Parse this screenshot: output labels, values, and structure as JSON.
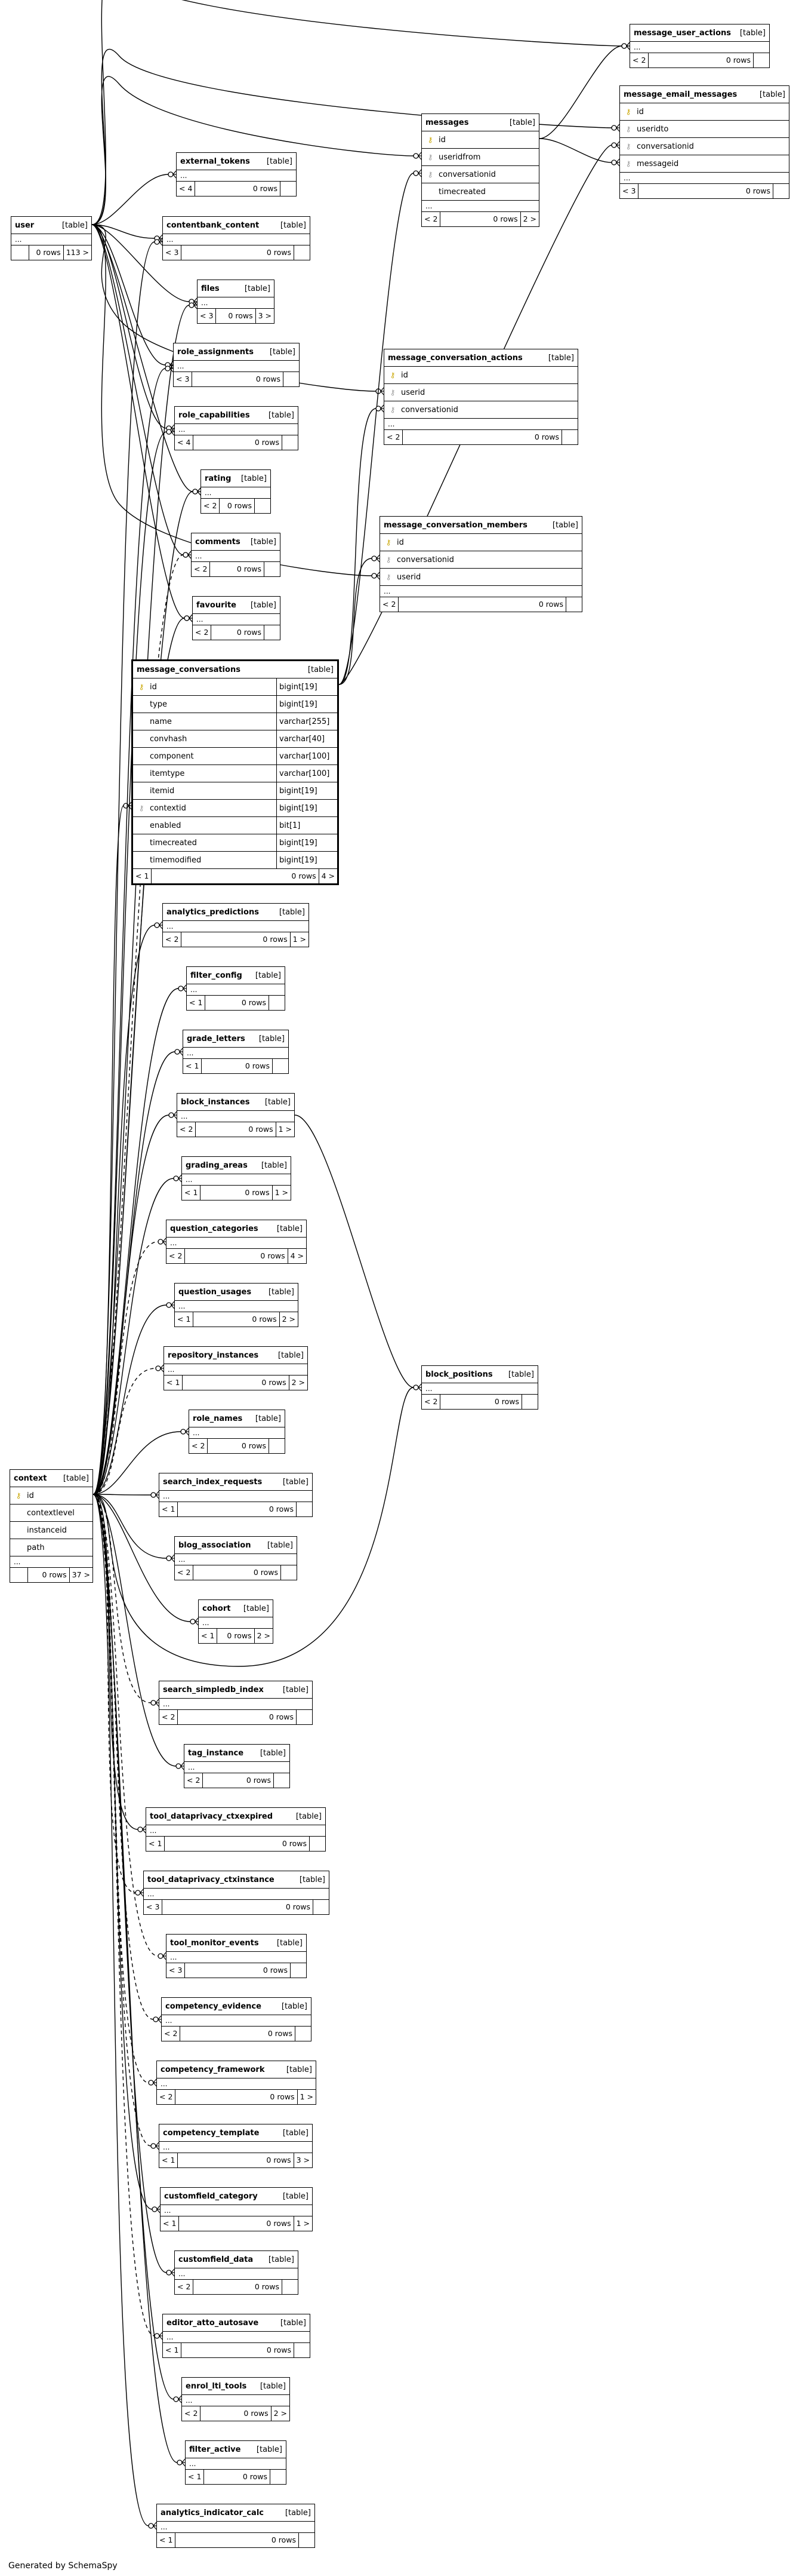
{
  "diagram": {
    "credit": "Generated by SchemaSpy",
    "table_type_label": "[table]",
    "ellipsis": "...",
    "focus_table": {
      "name": "message_conversations",
      "columns": [
        {
          "name": "id",
          "type": "bigint[19]",
          "key": "pk"
        },
        {
          "name": "type",
          "type": "bigint[19]",
          "key": ""
        },
        {
          "name": "name",
          "type": "varchar[255]",
          "key": ""
        },
        {
          "name": "convhash",
          "type": "varchar[40]",
          "key": ""
        },
        {
          "name": "component",
          "type": "varchar[100]",
          "key": ""
        },
        {
          "name": "itemtype",
          "type": "varchar[100]",
          "key": ""
        },
        {
          "name": "itemid",
          "type": "bigint[19]",
          "key": ""
        },
        {
          "name": "contextid",
          "type": "bigint[19]",
          "key": "fk"
        },
        {
          "name": "enabled",
          "type": "bit[1]",
          "key": ""
        },
        {
          "name": "timecreated",
          "type": "bigint[19]",
          "key": ""
        },
        {
          "name": "timemodified",
          "type": "bigint[19]",
          "key": ""
        }
      ],
      "footer": {
        "parents": "< 1",
        "rows": "0 rows",
        "children": "4 >"
      }
    },
    "tables": [
      {
        "name": "message_user_actions",
        "columns": [],
        "parents": "< 2",
        "rows": "0 rows",
        "children": ""
      },
      {
        "name": "message_email_messages",
        "columns": [
          {
            "name": "id",
            "key": "pk"
          },
          {
            "name": "useridto",
            "key": "fk"
          },
          {
            "name": "conversationid",
            "key": "fk"
          },
          {
            "name": "messageid",
            "key": "fk"
          }
        ],
        "parents": "< 3",
        "rows": "0 rows",
        "children": ""
      },
      {
        "name": "messages",
        "columns": [
          {
            "name": "id",
            "key": "pk"
          },
          {
            "name": "useridfrom",
            "key": "fk"
          },
          {
            "name": "conversationid",
            "key": "fk"
          },
          {
            "name": "timecreated",
            "key": ""
          }
        ],
        "parents": "< 2",
        "rows": "0 rows",
        "children": "2 >"
      },
      {
        "name": "user",
        "columns": [],
        "parents": "",
        "rows": "0 rows",
        "children": "113 >"
      },
      {
        "name": "external_tokens",
        "columns": [],
        "parents": "< 4",
        "rows": "0 rows",
        "children": ""
      },
      {
        "name": "contentbank_content",
        "columns": [],
        "parents": "< 3",
        "rows": "0 rows",
        "children": ""
      },
      {
        "name": "files",
        "columns": [],
        "parents": "< 3",
        "rows": "0 rows",
        "children": "3 >"
      },
      {
        "name": "role_assignments",
        "columns": [],
        "parents": "< 3",
        "rows": "0 rows",
        "children": ""
      },
      {
        "name": "role_capabilities",
        "columns": [],
        "parents": "< 4",
        "rows": "0 rows",
        "children": ""
      },
      {
        "name": "rating",
        "columns": [],
        "parents": "< 2",
        "rows": "0 rows",
        "children": ""
      },
      {
        "name": "comments",
        "columns": [],
        "parents": "< 2",
        "rows": "0 rows",
        "children": ""
      },
      {
        "name": "favourite",
        "columns": [],
        "parents": "< 2",
        "rows": "0 rows",
        "children": ""
      },
      {
        "name": "message_conversation_actions",
        "columns": [
          {
            "name": "id",
            "key": "pk"
          },
          {
            "name": "userid",
            "key": "fk"
          },
          {
            "name": "conversationid",
            "key": "fk"
          }
        ],
        "parents": "< 2",
        "rows": "0 rows",
        "children": ""
      },
      {
        "name": "message_conversation_members",
        "columns": [
          {
            "name": "id",
            "key": "pk"
          },
          {
            "name": "conversationid",
            "key": "fk"
          },
          {
            "name": "userid",
            "key": "fk"
          }
        ],
        "parents": "< 2",
        "rows": "0 rows",
        "children": ""
      },
      {
        "name": "analytics_predictions",
        "columns": [],
        "parents": "< 2",
        "rows": "0 rows",
        "children": "1 >"
      },
      {
        "name": "filter_config",
        "columns": [],
        "parents": "< 1",
        "rows": "0 rows",
        "children": ""
      },
      {
        "name": "grade_letters",
        "columns": [],
        "parents": "< 1",
        "rows": "0 rows",
        "children": ""
      },
      {
        "name": "block_instances",
        "columns": [],
        "parents": "< 2",
        "rows": "0 rows",
        "children": "1 >"
      },
      {
        "name": "grading_areas",
        "columns": [],
        "parents": "< 1",
        "rows": "0 rows",
        "children": "1 >"
      },
      {
        "name": "question_categories",
        "columns": [],
        "parents": "< 2",
        "rows": "0 rows",
        "children": "4 >"
      },
      {
        "name": "question_usages",
        "columns": [],
        "parents": "< 1",
        "rows": "0 rows",
        "children": "2 >"
      },
      {
        "name": "repository_instances",
        "columns": [],
        "parents": "< 1",
        "rows": "0 rows",
        "children": "2 >"
      },
      {
        "name": "block_positions",
        "columns": [],
        "parents": "< 2",
        "rows": "0 rows",
        "children": ""
      },
      {
        "name": "role_names",
        "columns": [],
        "parents": "< 2",
        "rows": "0 rows",
        "children": ""
      },
      {
        "name": "search_index_requests",
        "columns": [],
        "parents": "< 1",
        "rows": "0 rows",
        "children": ""
      },
      {
        "name": "context",
        "columns": [
          {
            "name": "id",
            "key": "pk"
          },
          {
            "name": "contextlevel",
            "key": ""
          },
          {
            "name": "instanceid",
            "key": ""
          },
          {
            "name": "path",
            "key": ""
          }
        ],
        "parents": "",
        "rows": "0 rows",
        "children": "37 >"
      },
      {
        "name": "blog_association",
        "columns": [],
        "parents": "< 2",
        "rows": "0 rows",
        "children": ""
      },
      {
        "name": "cohort",
        "columns": [],
        "parents": "< 1",
        "rows": "0 rows",
        "children": "2 >"
      },
      {
        "name": "search_simpledb_index",
        "columns": [],
        "parents": "< 2",
        "rows": "0 rows",
        "children": ""
      },
      {
        "name": "tag_instance",
        "columns": [],
        "parents": "< 2",
        "rows": "0 rows",
        "children": ""
      },
      {
        "name": "tool_dataprivacy_ctxexpired",
        "columns": [],
        "parents": "< 1",
        "rows": "0 rows",
        "children": ""
      },
      {
        "name": "tool_dataprivacy_ctxinstance",
        "columns": [],
        "parents": "< 3",
        "rows": "0 rows",
        "children": ""
      },
      {
        "name": "tool_monitor_events",
        "columns": [],
        "parents": "< 3",
        "rows": "0 rows",
        "children": ""
      },
      {
        "name": "competency_evidence",
        "columns": [],
        "parents": "< 2",
        "rows": "0 rows",
        "children": ""
      },
      {
        "name": "competency_framework",
        "columns": [],
        "parents": "< 2",
        "rows": "0 rows",
        "children": "1 >"
      },
      {
        "name": "competency_template",
        "columns": [],
        "parents": "< 1",
        "rows": "0 rows",
        "children": "3 >"
      },
      {
        "name": "customfield_category",
        "columns": [],
        "parents": "< 1",
        "rows": "0 rows",
        "children": "1 >"
      },
      {
        "name": "customfield_data",
        "columns": [],
        "parents": "< 2",
        "rows": "0 rows",
        "children": ""
      },
      {
        "name": "editor_atto_autosave",
        "columns": [],
        "parents": "< 1",
        "rows": "0 rows",
        "children": ""
      },
      {
        "name": "enrol_lti_tools",
        "columns": [],
        "parents": "< 2",
        "rows": "0 rows",
        "children": "2 >"
      },
      {
        "name": "filter_active",
        "columns": [],
        "parents": "< 1",
        "rows": "0 rows",
        "children": ""
      },
      {
        "name": "analytics_indicator_calc",
        "columns": [],
        "parents": "< 1",
        "rows": "0 rows",
        "children": ""
      }
    ]
  }
}
